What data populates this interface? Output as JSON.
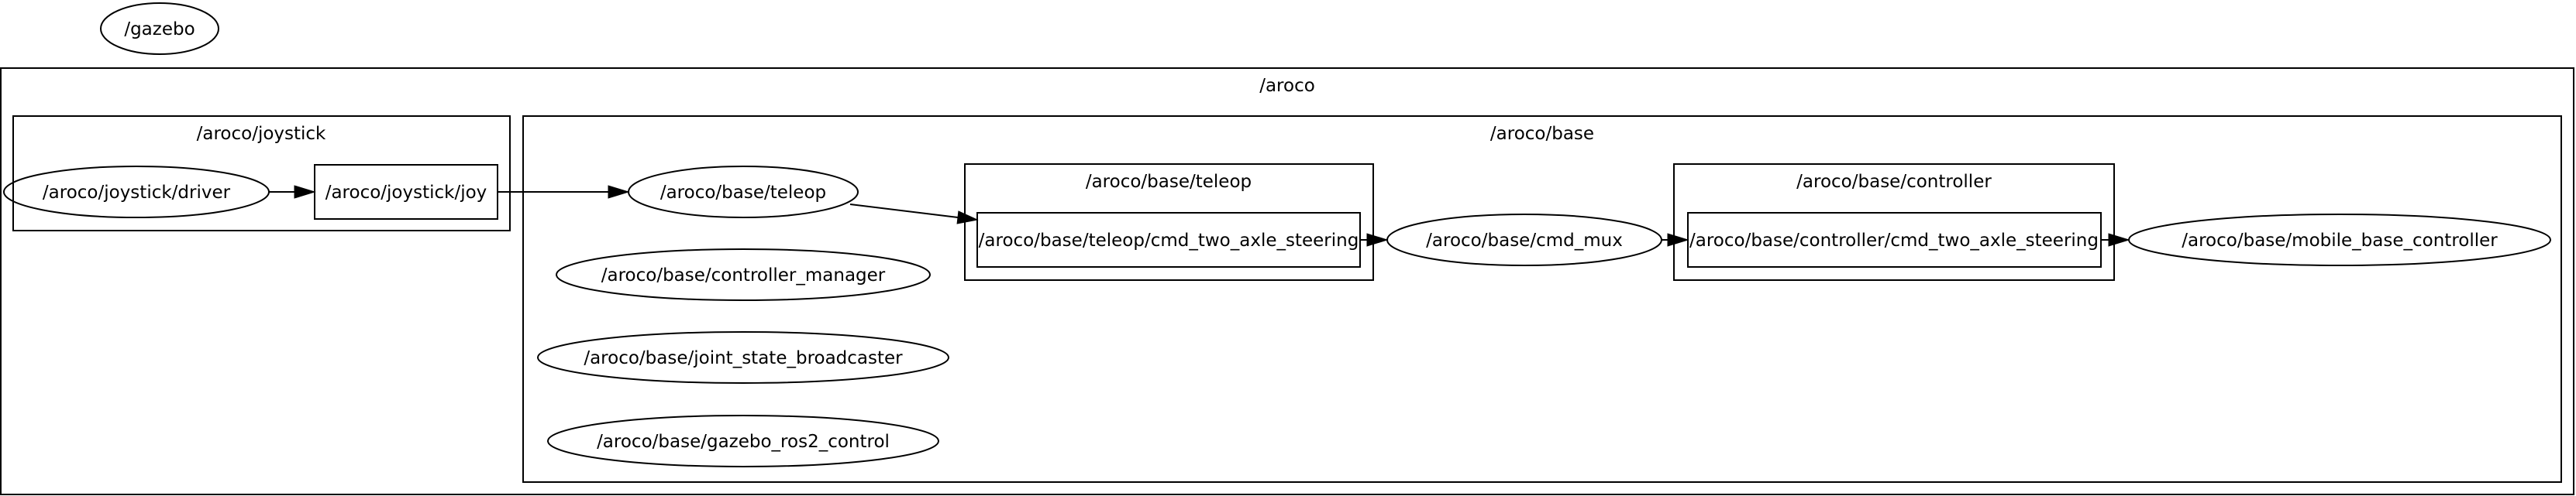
{
  "clusters": {
    "aroco": "/aroco",
    "joystick": "/aroco/joystick",
    "base": "/aroco/base",
    "base_teleop": "/aroco/base/teleop",
    "base_controller": "/aroco/base/controller"
  },
  "nodes": {
    "gazebo": "/gazebo",
    "joystick_driver": "/aroco/joystick/driver",
    "joystick_joy": "/aroco/joystick/joy",
    "base_teleop": "/aroco/base/teleop",
    "teleop_cmd": "/aroco/base/teleop/cmd_two_axle_steering",
    "cmd_mux": "/aroco/base/cmd_mux",
    "controller_cmd": "/aroco/base/controller/cmd_two_axle_steering",
    "mobile_base_controller": "/aroco/base/mobile_base_controller",
    "controller_manager": "/aroco/base/controller_manager",
    "joint_state_broadcaster": "/aroco/base/joint_state_broadcaster",
    "gazebo_ros2_control": "/aroco/base/gazebo_ros2_control"
  }
}
